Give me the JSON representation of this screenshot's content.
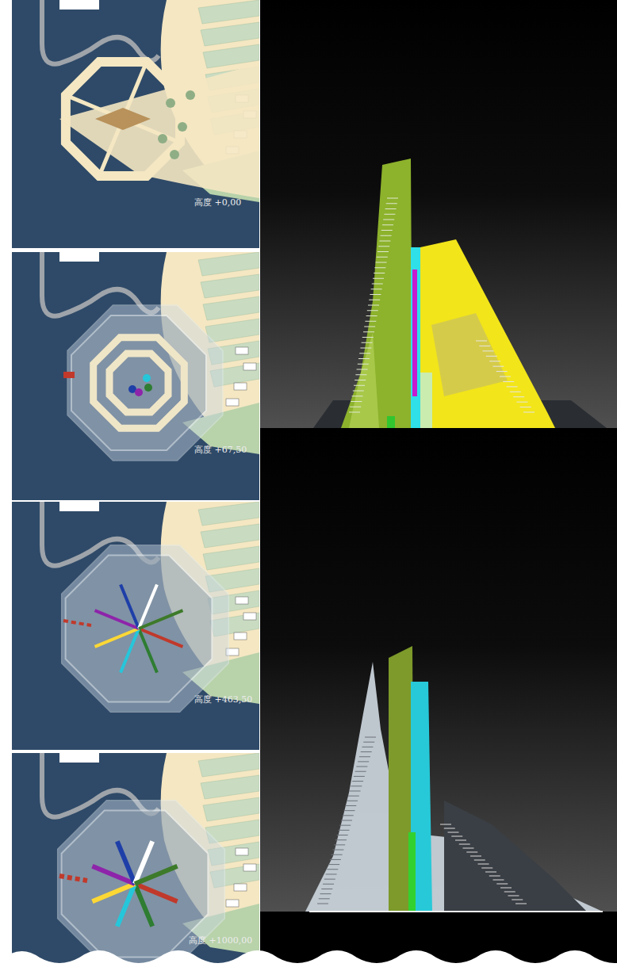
{
  "diagram": {
    "labels": [
      "高度 +0,00",
      "高度 +67,50",
      "高度 +463,50",
      "高度 +1000,00"
    ]
  }
}
